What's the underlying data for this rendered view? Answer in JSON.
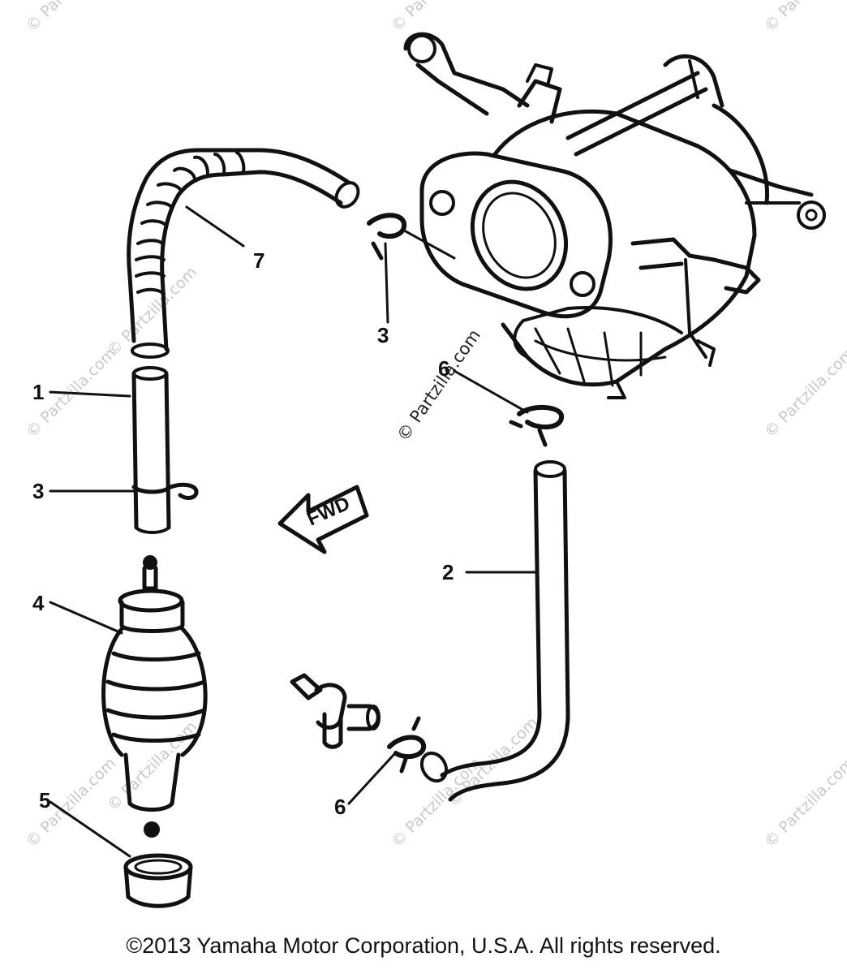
{
  "watermark": "© Partzilla.com",
  "fwd_label": "FWD",
  "callouts": {
    "c1": "1",
    "c2": "2",
    "c3a": "3",
    "c3b": "3",
    "c4": "4",
    "c5": "5",
    "c6a": "6",
    "c6b": "6",
    "c7": "7"
  },
  "copyright": "©2013  Yamaha Motor Corporation, U.S.A. All rights reserved."
}
